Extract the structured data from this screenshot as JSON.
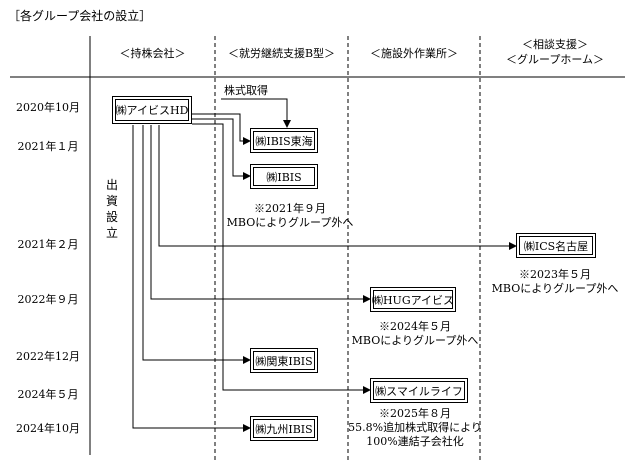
{
  "title": "［各グループ会社の設立］",
  "columns": [
    "＜持株会社＞",
    "＜就労継続支援B型＞",
    "＜施設外作業所＞",
    "＜相談支援＞",
    "＜グループホーム＞"
  ],
  "dates": [
    "2020年10月",
    "2021年１月",
    "2021年２月",
    "2022年９月",
    "2022年12月",
    "2024年５月",
    "2024年10月"
  ],
  "vertical_label": [
    "出",
    "資",
    "設",
    "立"
  ],
  "labels": {
    "kabushiki": "株式取得"
  },
  "companies": {
    "hd": "㈱アイビスHD",
    "tokai": "㈱IBIS東海",
    "ibis": "㈱IBIS",
    "ics": "㈱ICS名古屋",
    "hug": "㈱HUGアイビス",
    "kanto": "㈱関東IBIS",
    "smile": "㈱スマイルライフ",
    "kyushu": "㈱九州IBIS"
  },
  "notes": {
    "n1": [
      "※2021年９月",
      "MBOによりグループ外へ"
    ],
    "n2": [
      "※2023年５月",
      "MBOによりグループ外へ"
    ],
    "n3": [
      "※2024年５月",
      "MBOによりグループ外へ"
    ],
    "n4": [
      "※2025年８月",
      "55.8%追加株式取得により",
      "100%連結子会社化"
    ]
  }
}
